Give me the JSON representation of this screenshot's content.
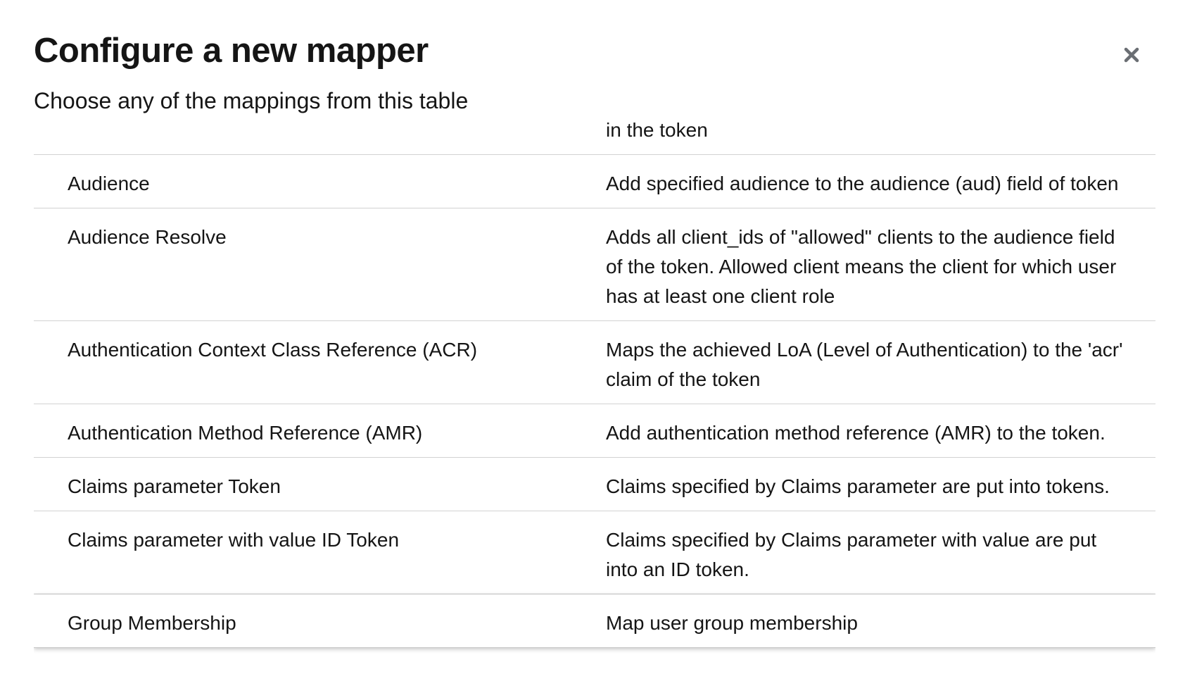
{
  "modal": {
    "title": "Configure a new mapper",
    "description": "Choose any of the mappings from this table",
    "close_icon": "close-icon"
  },
  "table": {
    "partial_row_description": "in the token",
    "rows": [
      {
        "name": "Audience",
        "description": "Add specified audience to the audience (aud) field of token"
      },
      {
        "name": "Audience Resolve",
        "description": "Adds all client_ids of \"allowed\" clients to the audience field of the token. Allowed client means the client for which user has at least one client role"
      },
      {
        "name": "Authentication Context Class Reference (ACR)",
        "description": "Maps the achieved LoA (Level of Authentication) to the 'acr' claim of the token"
      },
      {
        "name": "Authentication Method Reference (AMR)",
        "description": "Add authentication method reference (AMR) to the token."
      },
      {
        "name": "Claims parameter Token",
        "description": "Claims specified by Claims parameter are put into tokens."
      },
      {
        "name": "Claims parameter with value ID Token",
        "description": "Claims specified by Claims parameter with value are put into an ID token."
      },
      {
        "name": "Group Membership",
        "description": "Map user group membership"
      }
    ]
  },
  "colors": {
    "text": "#151515",
    "divider": "#d2d2d2",
    "close_icon": "#6a6e73"
  }
}
